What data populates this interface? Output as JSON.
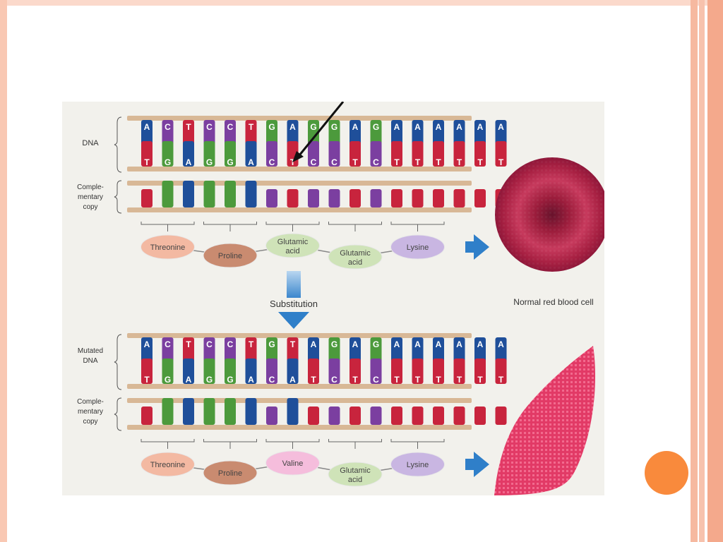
{
  "labels": {
    "dna": "DNA",
    "complementary_copy_1": "Comple-",
    "complementary_copy_2": "mentary",
    "complementary_copy_3": "copy",
    "mutated_dna_1": "Mutated",
    "mutated_dna_2": "DNA",
    "substitution": "Substitution",
    "normal_cell": "Normal red blood cell"
  },
  "normal": {
    "top_strand": [
      "A",
      "C",
      "T",
      "C",
      "C",
      "T",
      "G",
      "A",
      "G",
      "G",
      "A",
      "G",
      "A",
      "A",
      "A",
      "A",
      "A",
      "A"
    ],
    "bottom_strand": [
      "T",
      "G",
      "A",
      "G",
      "G",
      "A",
      "C",
      "T",
      "C",
      "C",
      "T",
      "C",
      "T",
      "T",
      "T",
      "T",
      "T",
      "T"
    ],
    "amino_acids": [
      {
        "line1": "Threonine",
        "line2": "",
        "color": "#f3b9a2"
      },
      {
        "line1": "Proline",
        "line2": "",
        "color": "#c98b70"
      },
      {
        "line1": "Glutamic",
        "line2": "acid",
        "color": "#cfe3b8"
      },
      {
        "line1": "Glutamic",
        "line2": "acid",
        "color": "#cfe3b8"
      },
      {
        "line1": "Lysine",
        "line2": "",
        "color": "#c9b6e2"
      }
    ]
  },
  "mutated": {
    "top_strand": [
      "A",
      "C",
      "T",
      "C",
      "C",
      "T",
      "G",
      "T",
      "A",
      "G",
      "A",
      "G",
      "A",
      "A",
      "A",
      "A",
      "A",
      "A"
    ],
    "bottom_strand": [
      "T",
      "G",
      "A",
      "G",
      "G",
      "A",
      "C",
      "A",
      "T",
      "C",
      "T",
      "C",
      "T",
      "T",
      "T",
      "T",
      "T",
      "T"
    ],
    "amino_acids": [
      {
        "line1": "Threonine",
        "line2": "",
        "color": "#f3b9a2"
      },
      {
        "line1": "Proline",
        "line2": "",
        "color": "#c98b70"
      },
      {
        "line1": "Valine",
        "line2": "",
        "color": "#f5bddc"
      },
      {
        "line1": "Glutamic",
        "line2": "acid",
        "color": "#cfe3b8"
      },
      {
        "line1": "Lysine",
        "line2": "",
        "color": "#c9b6e2"
      }
    ]
  },
  "base_colors": {
    "A": "#1f4f9a",
    "C": "#7b3fa0",
    "T": "#c8243d",
    "G": "#4c9a3c"
  },
  "accent": "#2f7fc9"
}
